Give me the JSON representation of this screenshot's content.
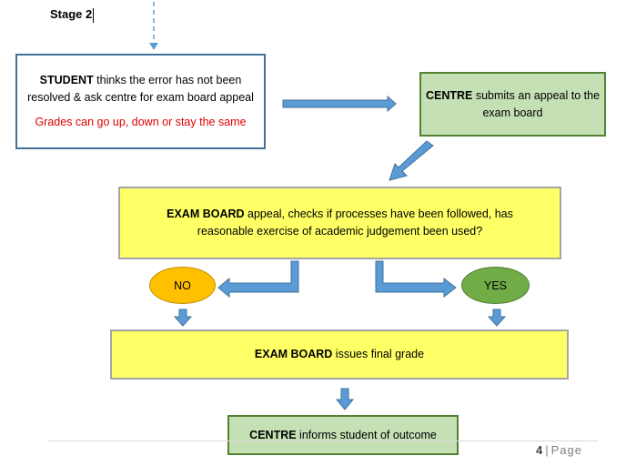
{
  "stage": {
    "title": "Stage 2"
  },
  "student_box": {
    "bold": "STUDENT",
    "text": " thinks the error has not been resolved & ask centre for exam board appeal",
    "warning": "Grades can go up, down or stay the same"
  },
  "centre_submit_box": {
    "bold": "CENTRE",
    "text": " submits an appeal to the exam board"
  },
  "exam_appeal_box": {
    "bold": "EXAM BOARD",
    "text": " appeal, checks if processes have been followed, has reasonable exercise of academic judgement been used?"
  },
  "outcomes": {
    "no": "NO",
    "yes": "YES"
  },
  "final_grade_box": {
    "bold": "EXAM BOARD",
    "text": " issues final grade"
  },
  "centre_inform_box": {
    "bold": "CENTRE",
    "text": " informs student of outcome"
  },
  "footer": {
    "page_number": "4",
    "separator": "|",
    "page_label": "Page"
  },
  "colors": {
    "arrow_fill": "#5b9bd5",
    "arrow_stroke": "#41719c",
    "red_text": "#e00000",
    "green_fill": "#c5e0b4",
    "yellow_fill": "#ffff66"
  }
}
